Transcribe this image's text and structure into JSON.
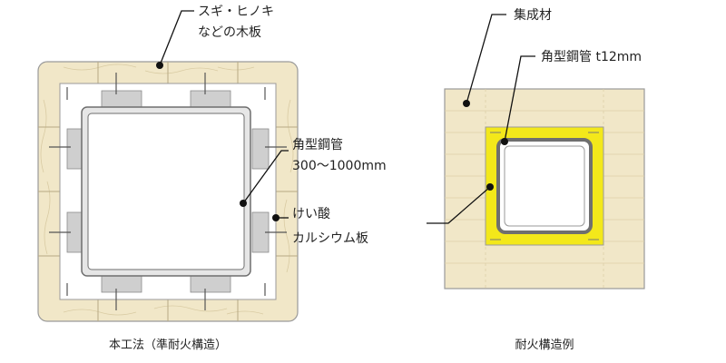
{
  "left_diagram": {
    "wood_label_line1": "スギ・ヒノキ",
    "wood_label_line2": "などの木板",
    "steel_label_line1": "角型鋼管",
    "steel_label_line2": "300〜1000mm",
    "board_label_line1": "けい酸",
    "board_label_line2": "カルシウム板",
    "caption": "本工法（準耐火構造）"
  },
  "right_diagram": {
    "glulam_label": "集成材",
    "steel_label": "角型鋼管  t12mm",
    "caption": "耐火構造例"
  },
  "colors": {
    "wood": "#f1e7c8",
    "wood_grain": "#d9cba3",
    "outline": "#9a9a9a",
    "steel_fill": "#ffffff",
    "steel_stroke": "#6f6f6f",
    "bracket": "#cfcfcf",
    "fireproof_board": "#f3e81a",
    "leader": "#111111"
  }
}
